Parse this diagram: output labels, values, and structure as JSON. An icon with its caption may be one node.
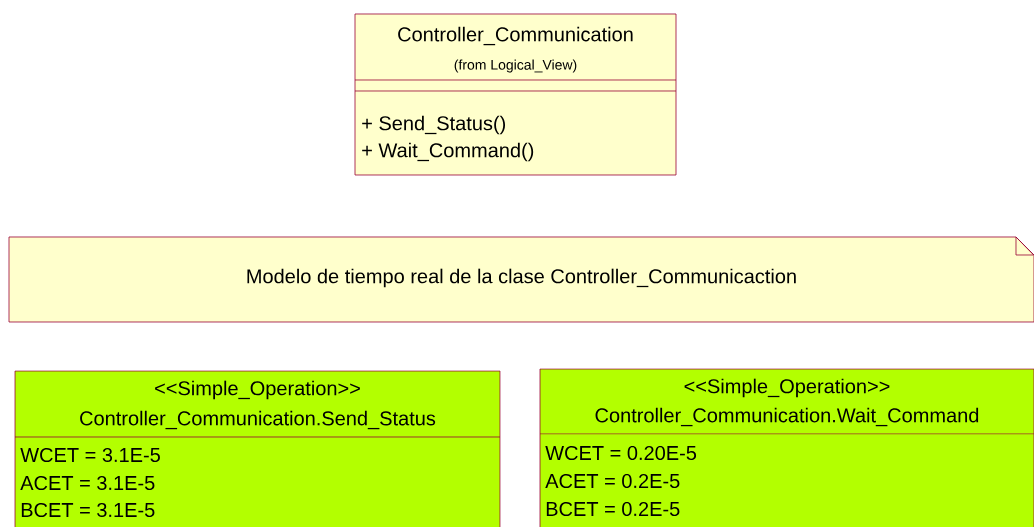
{
  "diagram": {
    "nodes": [
      {
        "text": [
          "Controller_Communication",
          "(from Logical_View)",
          "+ Send_Status()",
          "+ Wait_Command()"
        ]
      },
      {
        "text": [
          "Modelo de tiempo real de la clase Controller_Communicaction"
        ]
      },
      {
        "text": [
          "<<Simple_Operation>>",
          "Controller_Communication.Send_Status",
          "WCET = 3.1E-5",
          "ACET = 3.1E-5",
          "BCET = 3.1E-5"
        ]
      },
      {
        "text": [
          "<<Simple_Operation>>",
          "Controller_Communication.Wait_Command",
          "WCET = 0.20E-5",
          "ACET = 0.2E-5",
          "BCET = 0.2E-5"
        ]
      }
    ]
  }
}
